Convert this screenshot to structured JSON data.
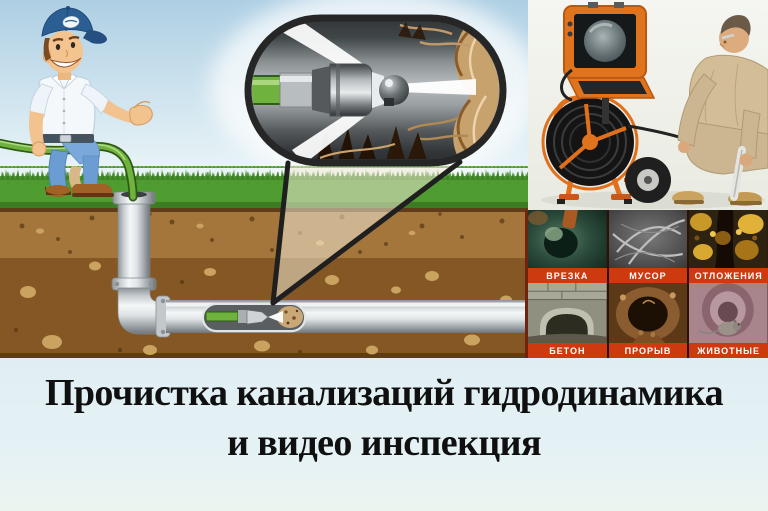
{
  "banner": {
    "line1": "Прочистка канализаций гидродинамика",
    "line2": "и видео инспекция",
    "text_color": "#101010",
    "background_color": "#e3f0f5"
  },
  "photo_grid": {
    "label_bar_color": "#cd3a10",
    "label_text_color": "#ffffff",
    "cells": [
      {
        "label": "ВРЕЗКА"
      },
      {
        "label": "МУСОР"
      },
      {
        "label": "ОТЛОЖЕНИЯ"
      },
      {
        "label": "БЕТОН"
      },
      {
        "label": "ПРОРЫВ"
      },
      {
        "label": "ЖИВОТНЫЕ"
      }
    ]
  },
  "scene": {
    "palette": {
      "sky": "#bdd9ea",
      "grass": "#4f9c31",
      "soil_upper": "#a5763c",
      "soil_lower": "#855724",
      "pipe_metal": "#d9dee0",
      "hose_green": "#6fb23e",
      "water_jet": "#ffffff",
      "equipment_orange": "#e0741e",
      "roots_brown": "#c8a26c"
    }
  }
}
